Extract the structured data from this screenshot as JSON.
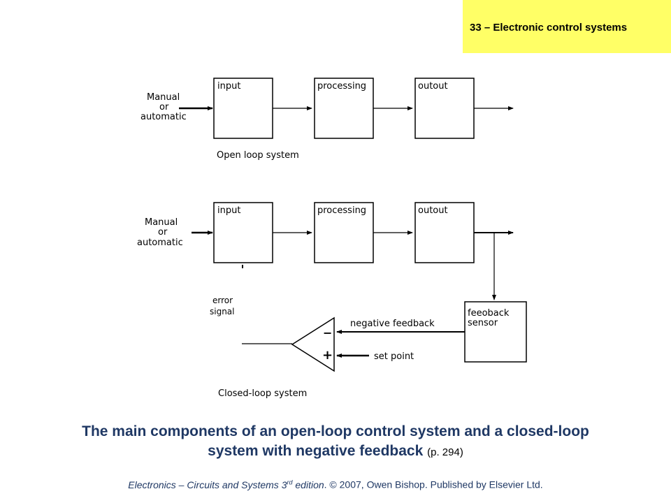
{
  "header": {
    "chapter": "33 – Electronic control systems"
  },
  "open_loop": {
    "source_label_lines": [
      "Manual",
      "or",
      "automatic"
    ],
    "blocks": [
      "input",
      "processing",
      "outout"
    ],
    "caption": "Open loop system"
  },
  "closed_loop": {
    "source_label_lines": [
      "Manual",
      "or",
      "automatic"
    ],
    "blocks": [
      "input",
      "processing",
      "outout"
    ],
    "error_label_lines": [
      "error",
      "signal"
    ],
    "sensor_label_lines": [
      "feeoback",
      "sensor"
    ],
    "feedback_label": "negative feedback",
    "setpoint_label": "set point",
    "minus_sign": "−",
    "plus_sign": "+",
    "caption": "Closed-loop system"
  },
  "caption": {
    "line1": "The main components of an open-loop control system and a closed-loop",
    "line2": "system with negative feedback",
    "page_ref": "(p. 294)"
  },
  "footer": {
    "book_title": "Electronics – Circuits and Systems 3",
    "edition_sup": "rd",
    "edition_word": " edition",
    "rest": ". © 2007, Owen Bishop. Published by Elsevier Ltd."
  },
  "colors": {
    "chapter_tab": "#ffff66",
    "caption": "#1f3864"
  }
}
